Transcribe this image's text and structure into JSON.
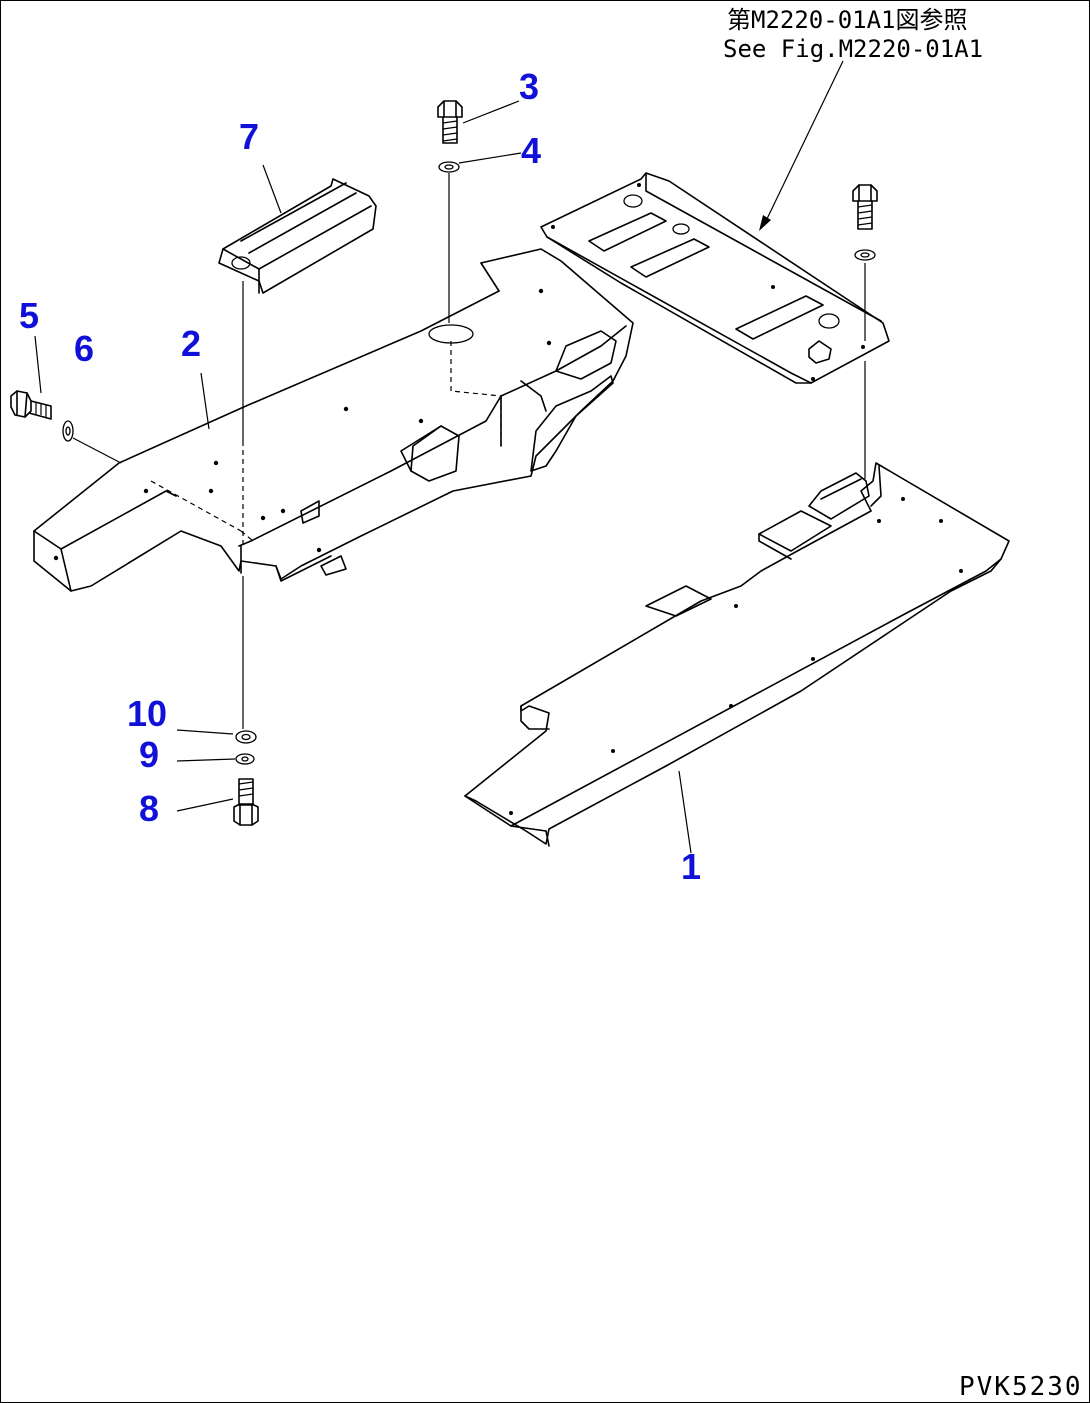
{
  "figure": {
    "reference_jp": "第M2220-01A1図参照",
    "reference_en": "See Fig.M2220-01A1",
    "drawing_code": "PVK5230"
  },
  "callouts": {
    "c1": "1",
    "c2": "2",
    "c3": "3",
    "c4": "4",
    "c5": "5",
    "c6": "6",
    "c7": "7",
    "c8": "8",
    "c9": "9",
    "c10": "10"
  },
  "colors": {
    "callout": "#1010d8",
    "line": "#000000",
    "background": "#ffffff"
  }
}
